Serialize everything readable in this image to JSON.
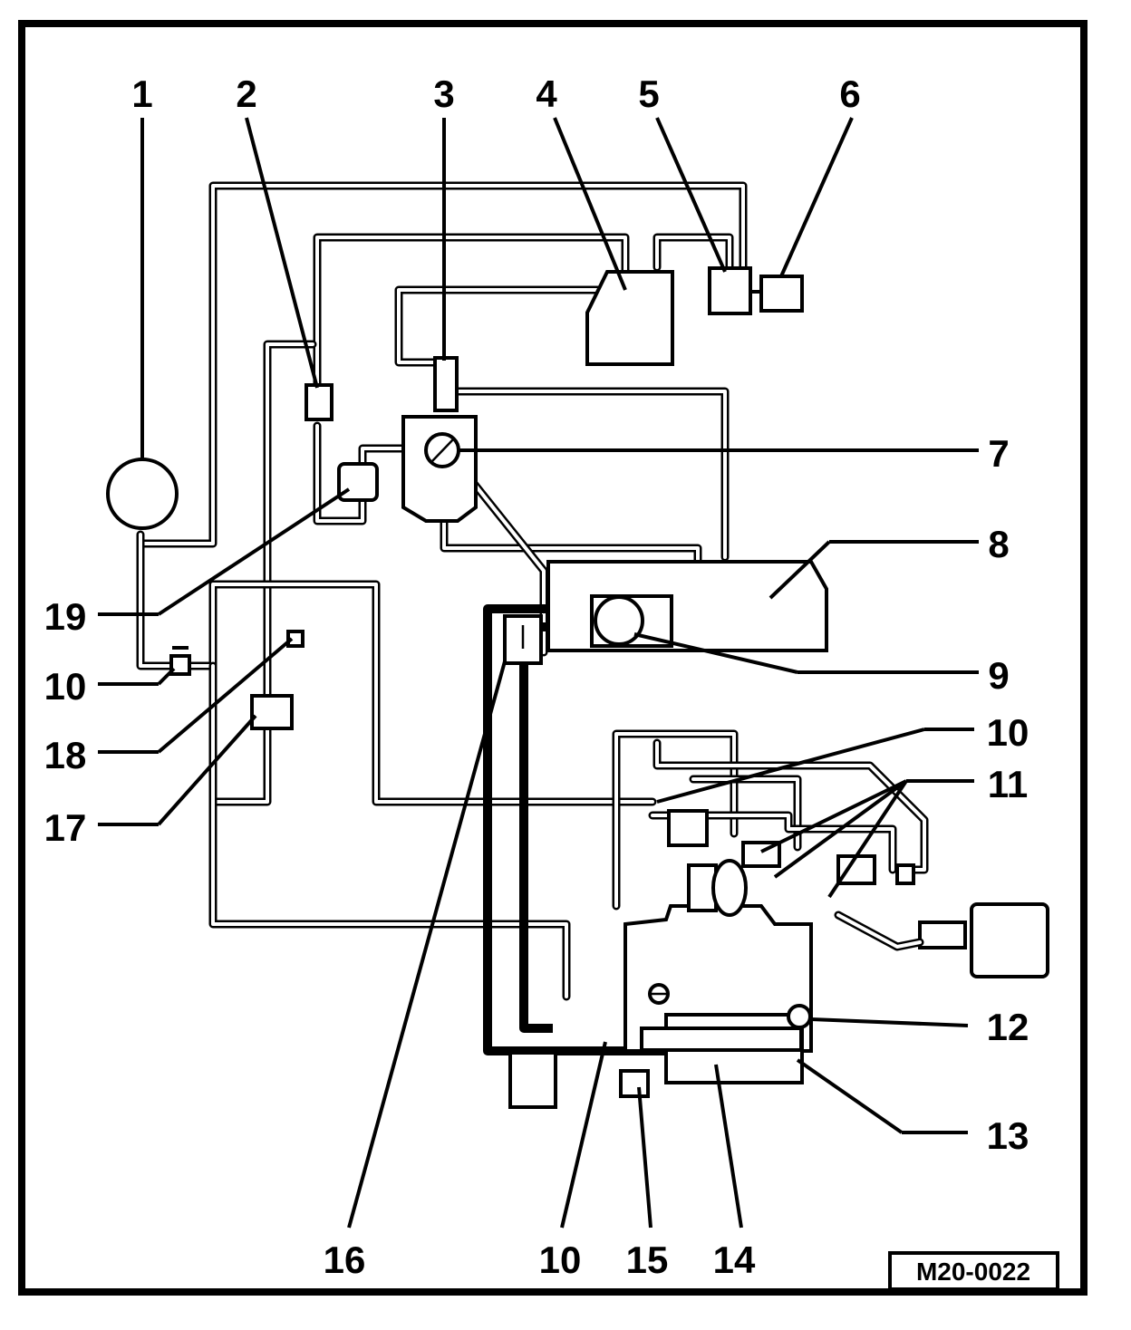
{
  "callouts": [
    "1",
    "2",
    "3",
    "4",
    "5",
    "6",
    "7",
    "8",
    "9",
    "10",
    "10",
    "10",
    "11",
    "12",
    "13",
    "14",
    "15",
    "16",
    "17",
    "18",
    "19"
  ],
  "reference": "M20-0022"
}
